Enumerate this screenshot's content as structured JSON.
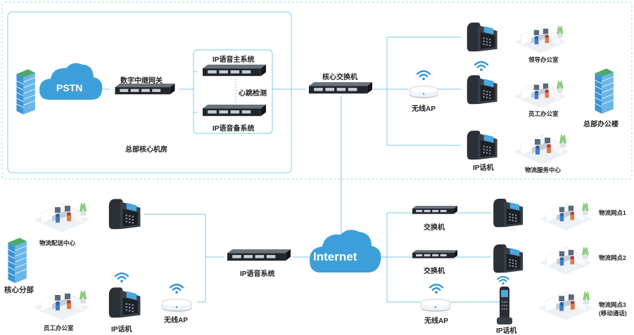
{
  "hq": {
    "pstn": "PSTN",
    "gateway": "数字中继网关",
    "main_system": "IP语音主系统",
    "heartbeat": "心跳检测",
    "backup_system": "IP语音备系统",
    "room": "总部核心机房",
    "core_switch": "核心交换机",
    "wireless_ap": "无线AP",
    "ip_phone": "IP话机",
    "leader_office": "领导办公室",
    "staff_office": "员工办公室",
    "service_center": "物流服务中心",
    "office_building": "总部办公楼"
  },
  "internet": "Internet",
  "branch": {
    "name": "核心分部",
    "distribution_center": "物流配送中心",
    "staff_office": "员工办公室",
    "ip_phone": "IP话机",
    "wireless_ap": "无线AP",
    "voice_system": "IP语音系统"
  },
  "outlets": {
    "switch_1": "交换机",
    "switch_2": "交换机",
    "point_1": "物流网点1",
    "point_2": "物流网点2",
    "point_3": "物流网点3",
    "point_3_note": "(移动通话)",
    "wireless_ap": "无线AP",
    "ip_phone": "IP话机"
  },
  "colors": {
    "frame": "#86c9e6",
    "line": "#7fc3e3",
    "cloud": "#3d9fda",
    "wifi": "#2a8fd8",
    "device": "#2b2f36"
  }
}
